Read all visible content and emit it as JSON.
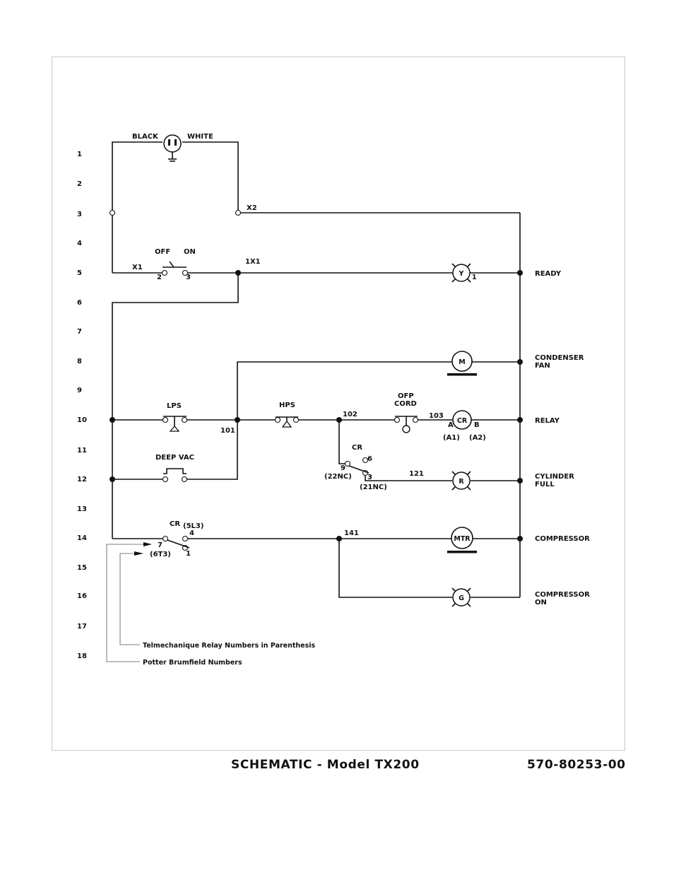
{
  "line_numbers": [
    "1",
    "2",
    "3",
    "4",
    "5",
    "6",
    "7",
    "8",
    "9",
    "10",
    "11",
    "12",
    "13",
    "14",
    "15",
    "16",
    "17",
    "18"
  ],
  "plug": {
    "left_label": "BLACK",
    "right_label": "WHITE"
  },
  "wires": {
    "x1": "X1",
    "x2": "X2",
    "1x1": "1X1",
    "w101": "101",
    "w102": "102",
    "w103": "103",
    "w121": "121",
    "w141": "141"
  },
  "switch_main": {
    "off": "OFF",
    "on": "ON",
    "term_left": "2",
    "term_right": "3"
  },
  "components": {
    "lps": "LPS",
    "hps": "HPS",
    "ofp_line1": "OFP",
    "ofp_line2": "CORD",
    "deep_vac": "DEEP VAC",
    "cr_coil": "CR",
    "cr_a": "A",
    "cr_b": "B",
    "cr_a1": "(A1)",
    "cr_a2": "(A2)",
    "cr_contact": "CR",
    "cr_t6": "6",
    "cr_t9": "9",
    "cr_22nc": "(22NC)",
    "cr_t3": "3",
    "cr_21nc": "(21NC)",
    "cr_main": "CR",
    "cr_5l3": "(5L3)",
    "cr_t4": "4",
    "cr_t7": "7",
    "cr_6t3": "(6T3)",
    "cr_t1": "1",
    "lamp_y": "Y",
    "lamp_y_term": "1",
    "motor_m": "M",
    "lamp_r": "R",
    "motor_mtr": "MTR",
    "lamp_g": "G"
  },
  "outputs": {
    "ready": "READY",
    "condenser_1": "CONDENSER",
    "condenser_2": "FAN",
    "relay": "RELAY",
    "cylinder_1": "CYLINDER",
    "cylinder_2": "FULL",
    "compressor": "COMPRESSOR",
    "compressor_on_1": "COMPRESSOR",
    "compressor_on_2": "ON"
  },
  "notes": {
    "telemecanique": "Telmechanique Relay Numbers in Parenthesis",
    "potter": "Potter Brumfield Numbers"
  },
  "footer": {
    "title": "SCHEMATIC - Model TX200",
    "part_number": "570-80253-00"
  }
}
